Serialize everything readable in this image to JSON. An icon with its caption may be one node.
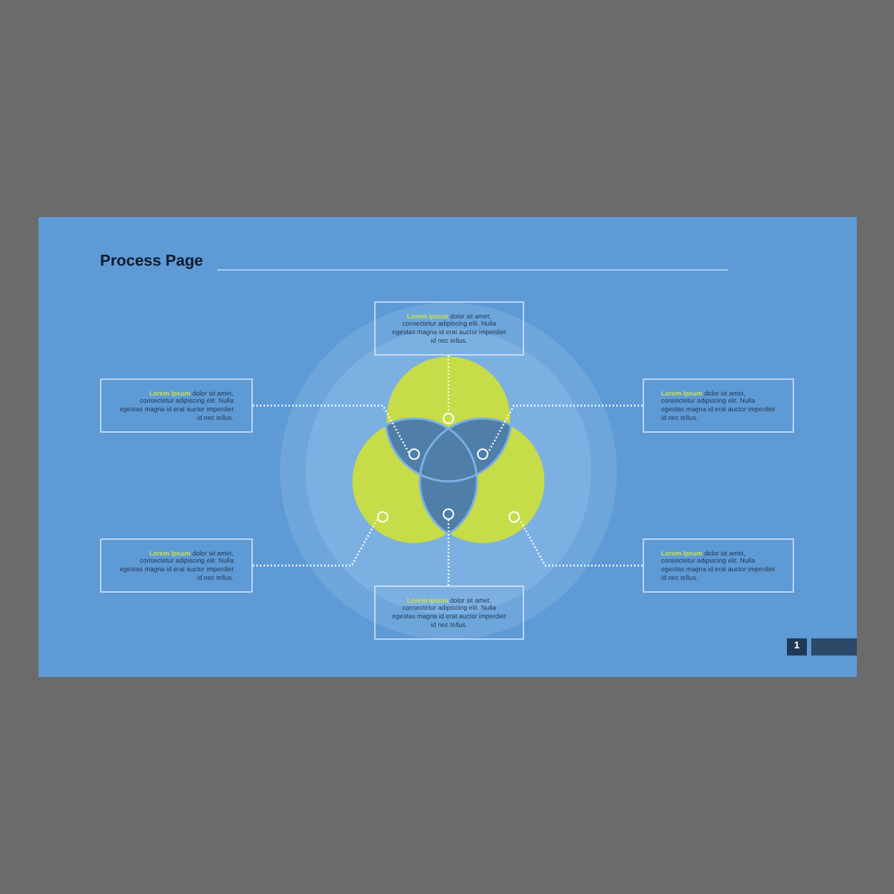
{
  "diagram": {
    "title": "Process Page",
    "nodes": [
      {
        "text": [
          "**Lorem Ipsum** dolor sit amet, consectetur adipiscing elit. Nulla egestas magna id erat auctor imperdiet id nec tellus."
        ]
      },
      {
        "text": [
          "**Lorem Ipsum** dolor sit amet, consectetur adipiscing elit. Nulla egestas magna id erat auctor imperdiet id nec tellus."
        ]
      },
      {
        "text": [
          "**Lorem Ipsum** dolor sit amet, consectetur adipiscing elit. Nulla egestas magna id erat auctor imperdiet id nec tellus."
        ]
      },
      {
        "text": [
          "**Lorem Ipsum** dolor sit amet, consectetur adipiscing elit. Nulla egestas magna id erat auctor imperdiet id nec tellus."
        ]
      },
      {
        "text": [
          "**Lorem Ipsum** dolor sit amet, consectetur adipiscing elit. Nulla egestas magna id erat auctor imperdiet id nec tellus."
        ]
      },
      {
        "text": [
          "**Lorem Ipsum** dolor sit amet, consectetur adipiscing elit. Nulla egestas magna id erat auctor imperdiet id nec tellus."
        ]
      },
      {
        "text": [],
        "shape": "circle"
      },
      {
        "text": [],
        "shape": "circle"
      },
      {
        "text": [],
        "shape": "circle"
      },
      {
        "text": [],
        "shape": "circle"
      },
      {
        "text": [],
        "shape": "circle"
      },
      {
        "text": [],
        "shape": "circle"
      }
    ],
    "edges": [
      {
        "from": 0,
        "to": 6,
        "arrow": "none"
      },
      {
        "from": 1,
        "to": 7,
        "arrow": "none"
      },
      {
        "from": 2,
        "to": 8,
        "arrow": "none"
      },
      {
        "from": 3,
        "to": 9,
        "arrow": "none"
      },
      {
        "from": 4,
        "to": 11,
        "arrow": "none"
      },
      {
        "from": 5,
        "to": 10,
        "arrow": "none"
      }
    ],
    "labels": [
      "1"
    ]
  }
}
